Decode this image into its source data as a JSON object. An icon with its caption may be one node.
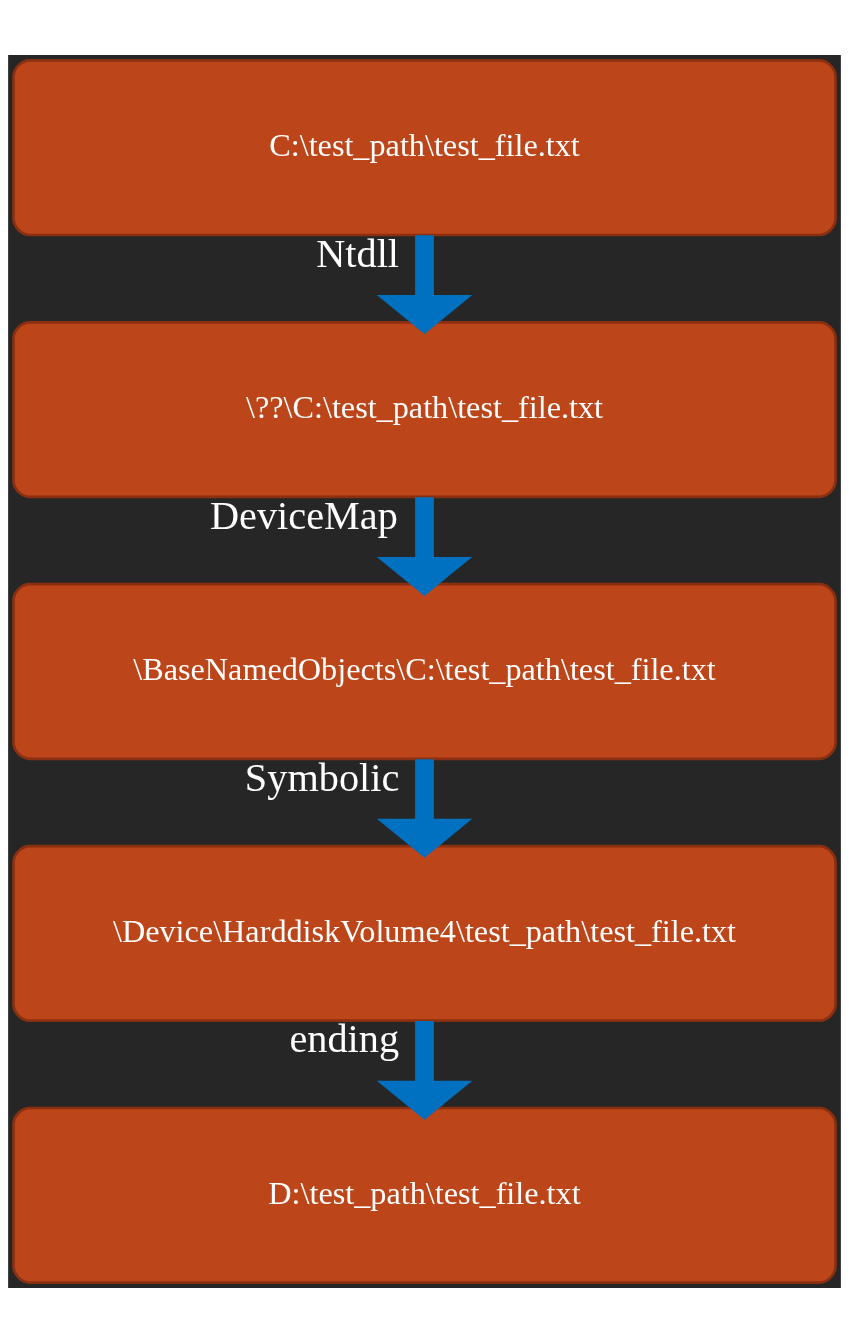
{
  "diagram": {
    "nodes": [
      {
        "text": [
          "C:\\test_path\\test_file.txt"
        ]
      },
      {
        "text": [
          "\\??\\C:\\test_path\\test_file.txt"
        ]
      },
      {
        "text": [
          "\\BaseNamedObjects\\C:\\test_path\\test_file.txt"
        ]
      },
      {
        "text": [
          "\\Device\\HarddiskVolume4\\test_path\\test_file.txt"
        ]
      },
      {
        "text": [
          "D:\\test_path\\test_file.txt"
        ]
      }
    ],
    "edges": [
      {
        "from": 0,
        "to": 1,
        "arrow": "to",
        "label": "Ntdll"
      },
      {
        "from": 1,
        "to": 2,
        "arrow": "to",
        "label": "DeviceMap"
      },
      {
        "from": 2,
        "to": 3,
        "arrow": "to",
        "label": "Symbolic"
      },
      {
        "from": 3,
        "to": 4,
        "arrow": "to",
        "label": "ending"
      }
    ]
  }
}
